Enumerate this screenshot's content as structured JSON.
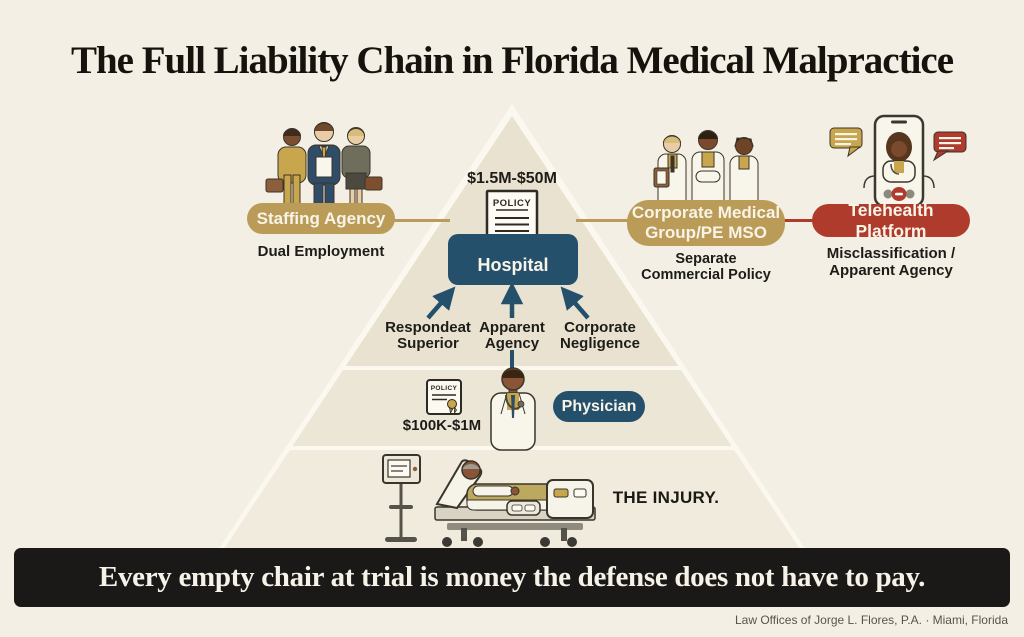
{
  "title": "The Full Liability Chain in Florida Medical Malpractice",
  "colors": {
    "background": "#F3EFE4",
    "pyramid": "#EAE4D3",
    "gold": "#BA9B57",
    "navy": "#24506B",
    "red": "#AF3B2D",
    "banner_bg": "#1A1918"
  },
  "nodes": {
    "staffing": {
      "label": "Staffing Agency",
      "sublabel": "Dual Employment"
    },
    "hospital": {
      "label": "Hospital",
      "coverage": "$1.5M-$50M",
      "policy_label": "POLICY"
    },
    "corporate": {
      "label_line1": "Corporate Medical",
      "label_line2": "Group/PE MSO",
      "sublabel_line1": "Separate",
      "sublabel_line2": "Commercial Policy"
    },
    "telehealth": {
      "label": "Telehealth Platform",
      "sublabel_line1": "Misclassification /",
      "sublabel_line2": "Apparent Agency"
    },
    "physician": {
      "label": "Physician",
      "coverage": "$100K-$1M",
      "policy_label": "POLICY"
    },
    "injury": {
      "label": "THE INJURY."
    }
  },
  "theories": [
    {
      "line1": "Respondeat",
      "line2": "Superior"
    },
    {
      "line1": "Apparent",
      "line2": "Agency"
    },
    {
      "line1": "Corporate",
      "line2": "Negligence"
    }
  ],
  "banner": {
    "text": "Every empty chair at trial is money the defense does not have to pay."
  },
  "footer": {
    "text": "Law Offices of Jorge L. Flores, P.A. · Miami, Florida"
  },
  "icons": {
    "staffing": "staffing-agency-people-icon",
    "corporate": "doctors-group-icon",
    "telehealth": "telehealth-phone-icon",
    "hospital_policy": "policy-document-icon",
    "physician_policy": "policy-certificate-icon",
    "physician": "physician-figure-icon",
    "injury": "hospital-bed-icon",
    "arrows": "liability-arrows-icon"
  }
}
